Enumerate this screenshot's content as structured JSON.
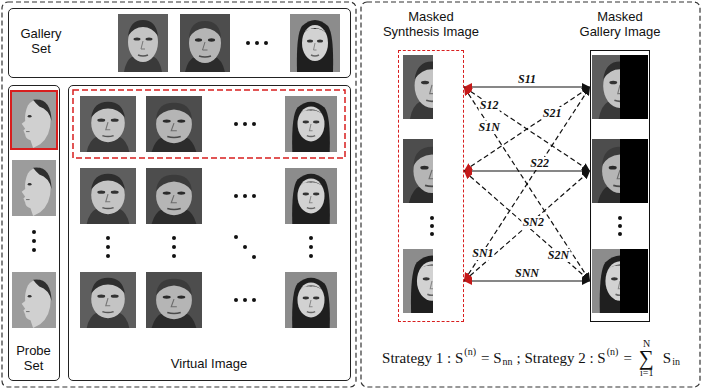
{
  "diagram": {
    "nodes": [
      {
        "text": [
          "Gallery Set"
        ]
      },
      {
        "text": [
          "Probe Set"
        ]
      },
      {
        "text": [
          "Virtual Image"
        ]
      },
      {
        "text": [
          "Masked Synthesis Image"
        ]
      },
      {
        "text": [
          "Masked Gallery Image"
        ]
      }
    ],
    "edges": [
      {
        "from": 3,
        "to": 4,
        "arrow": "both",
        "label": "S11"
      },
      {
        "from": 3,
        "to": 4,
        "arrow": "both",
        "label": "S12"
      },
      {
        "from": 3,
        "to": 4,
        "arrow": "both",
        "label": "S1N"
      },
      {
        "from": 3,
        "to": 4,
        "arrow": "both",
        "label": "S21"
      },
      {
        "from": 3,
        "to": 4,
        "arrow": "both",
        "label": "S22"
      },
      {
        "from": 3,
        "to": 4,
        "arrow": "both",
        "label": "S2N"
      },
      {
        "from": 3,
        "to": 4,
        "arrow": "both",
        "label": "SN1"
      },
      {
        "from": 3,
        "to": 4,
        "arrow": "both",
        "label": "SN2"
      },
      {
        "from": 3,
        "to": 4,
        "arrow": "both",
        "label": "SNN"
      }
    ],
    "labels": [
      "Strategy 1 : S",
      "(n)",
      "= S",
      "nn",
      "; Strategy 2 : S",
      "(n)",
      "=",
      "∑",
      "i=1",
      "N",
      "S",
      "in"
    ]
  }
}
